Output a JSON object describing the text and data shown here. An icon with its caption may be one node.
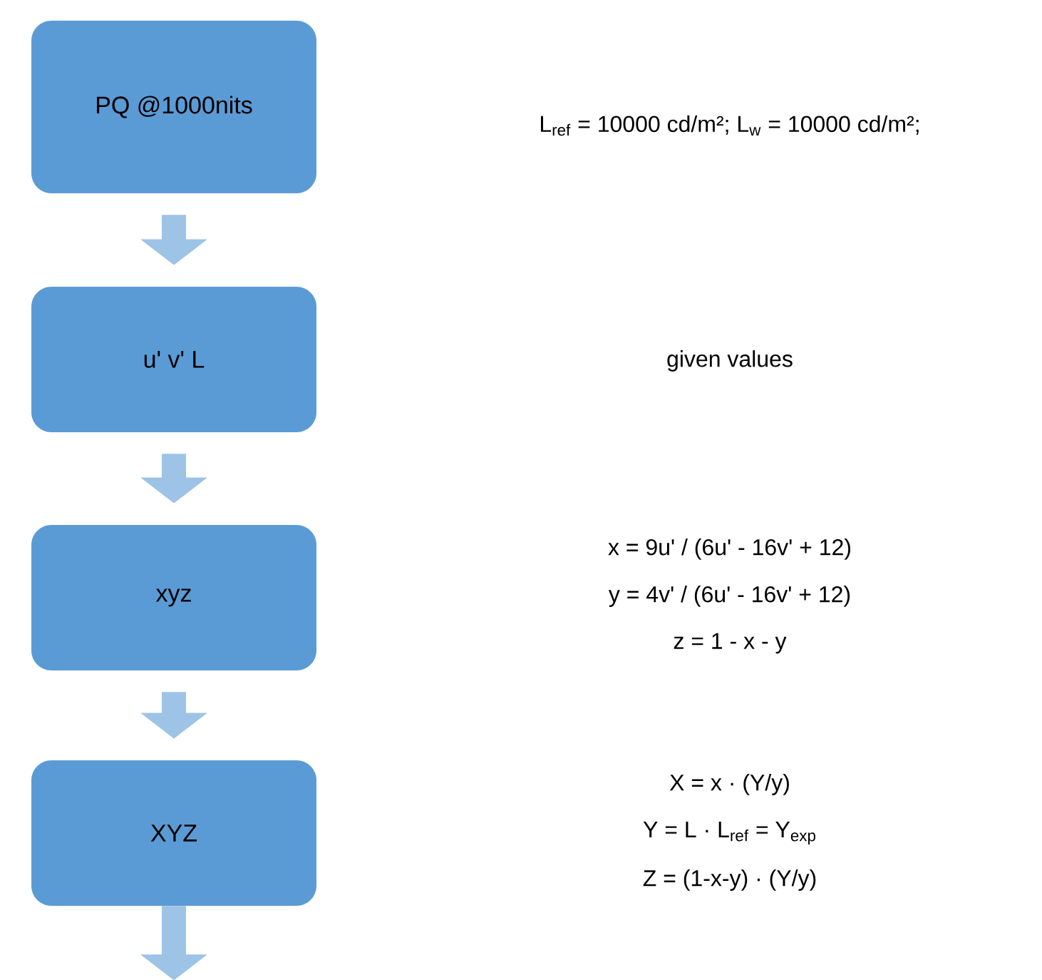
{
  "diagram": {
    "nodes": [
      {
        "text": [
          "PQ @1000nits"
        ]
      },
      {
        "text": [
          "u' v' L"
        ]
      },
      {
        "text": [
          "xyz"
        ]
      },
      {
        "text": [
          "XYZ"
        ]
      }
    ],
    "edges": [
      {
        "from": 0,
        "to": 1,
        "arrow": "to"
      },
      {
        "from": 1,
        "to": 2,
        "arrow": "to"
      },
      {
        "from": 2,
        "to": 3,
        "arrow": "to"
      },
      {
        "from": 3,
        "to": null,
        "arrow": "to"
      }
    ],
    "labels": [
      "L$_{ref}$ = 10000 cd/m²; L$_{w}$ = 10000 cd/m²;",
      "given values",
      "x = 9u' / (6u' - 16v' + 12)",
      "y = 4v' / (6u' - 16v' + 12)",
      "z = 1 - x - y",
      "X = x · (Y/y)",
      "Y = L · L$_{ref}$ = Y$_{exp}$",
      "Z = (1-x-y) · (Y/y)"
    ]
  }
}
